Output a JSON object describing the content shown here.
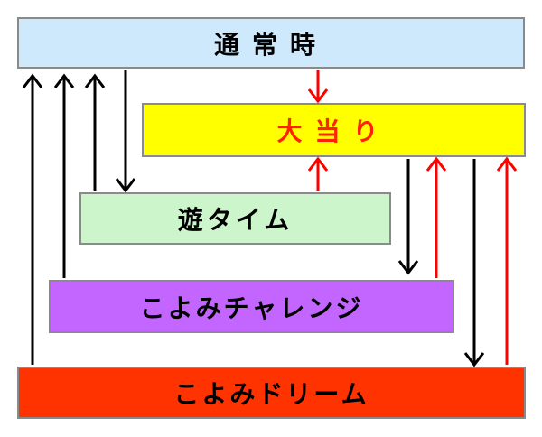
{
  "states": {
    "normal": {
      "label": "通常時",
      "fill": "#cde9fb",
      "text_color": "#000000"
    },
    "jackpot": {
      "label": "大当り",
      "fill": "#ffff00",
      "text_color": "#ff2200"
    },
    "asobi_time": {
      "label": "遊タイム",
      "fill": "#ccf5cc",
      "text_color": "#000000"
    },
    "koyomi_challenge": {
      "label": "こよみチャレンジ",
      "fill": "#c266ff",
      "text_color": "#000000"
    },
    "koyomi_dream": {
      "label": "こよみドリーム",
      "fill": "#ff3300",
      "text_color": "#000000"
    }
  },
  "arrow_colors": {
    "transition": "#000000",
    "to_jackpot": "#ff0000"
  },
  "transitions": [
    {
      "from": "koyomi_dream",
      "to": "normal",
      "color": "transition"
    },
    {
      "from": "koyomi_challenge",
      "to": "normal",
      "color": "transition"
    },
    {
      "from": "asobi_time",
      "to": "normal",
      "color": "transition"
    },
    {
      "from": "normal",
      "to": "asobi_time",
      "color": "transition"
    },
    {
      "from": "normal",
      "to": "jackpot",
      "color": "to_jackpot"
    },
    {
      "from": "asobi_time",
      "to": "jackpot",
      "color": "to_jackpot"
    },
    {
      "from": "jackpot",
      "to": "koyomi_challenge",
      "color": "transition"
    },
    {
      "from": "koyomi_challenge",
      "to": "jackpot",
      "color": "to_jackpot"
    },
    {
      "from": "jackpot",
      "to": "koyomi_dream",
      "color": "transition"
    },
    {
      "from": "koyomi_dream",
      "to": "jackpot",
      "color": "to_jackpot"
    }
  ]
}
